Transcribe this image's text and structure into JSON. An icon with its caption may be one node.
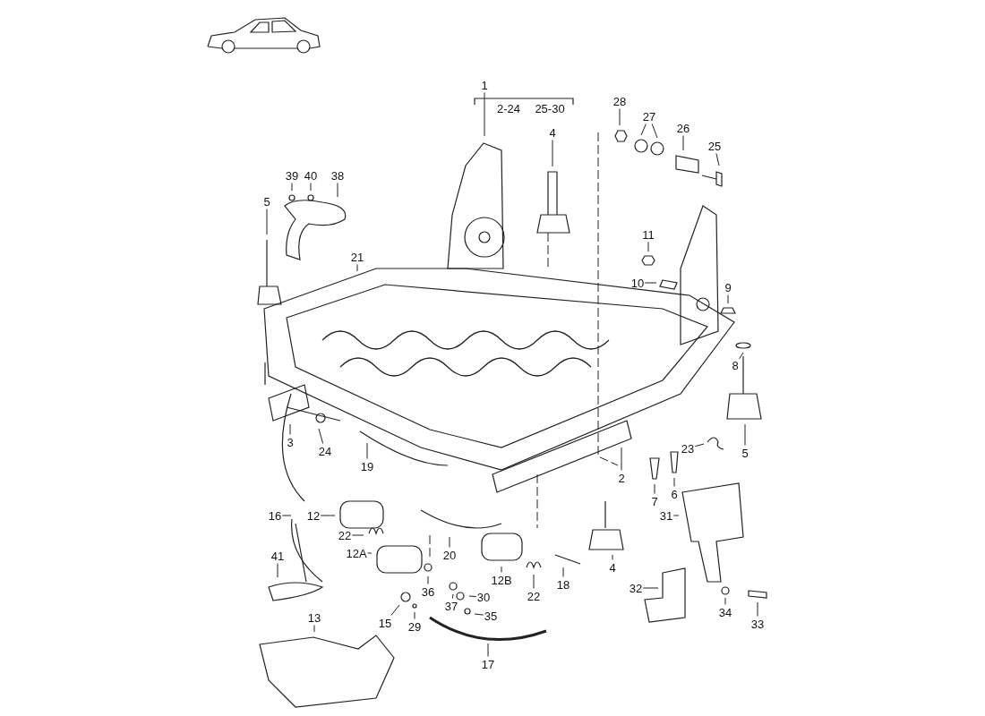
{
  "diagram": {
    "nodes": [
      {
        "text": [
          "1"
        ]
      },
      {
        "text": [
          "4"
        ]
      },
      {
        "text": [
          "28"
        ]
      },
      {
        "text": [
          "27"
        ]
      },
      {
        "text": [
          "26"
        ]
      },
      {
        "text": [
          "25"
        ]
      },
      {
        "text": [
          "39"
        ]
      },
      {
        "text": [
          "40"
        ]
      },
      {
        "text": [
          "38"
        ]
      },
      {
        "text": [
          "5"
        ]
      },
      {
        "text": [
          "21"
        ]
      },
      {
        "text": [
          "11"
        ]
      },
      {
        "text": [
          "10"
        ]
      },
      {
        "text": [
          "9"
        ]
      },
      {
        "text": [
          "8"
        ]
      },
      {
        "text": [
          "3"
        ]
      },
      {
        "text": [
          "24"
        ]
      },
      {
        "text": [
          "19"
        ]
      },
      {
        "text": [
          "23"
        ]
      },
      {
        "text": [
          "5"
        ]
      },
      {
        "text": [
          "2"
        ]
      },
      {
        "text": [
          "6"
        ]
      },
      {
        "text": [
          "7"
        ]
      },
      {
        "text": [
          "16"
        ]
      },
      {
        "text": [
          "12"
        ]
      },
      {
        "text": [
          "31"
        ]
      },
      {
        "text": [
          "22"
        ]
      },
      {
        "text": [
          "12A"
        ]
      },
      {
        "text": [
          "20"
        ]
      },
      {
        "text": [
          "41"
        ]
      },
      {
        "text": [
          "12B"
        ]
      },
      {
        "text": [
          "18"
        ]
      },
      {
        "text": [
          "4"
        ]
      },
      {
        "text": [
          "36"
        ]
      },
      {
        "text": [
          "30"
        ]
      },
      {
        "text": [
          "37"
        ]
      },
      {
        "text": [
          "22"
        ]
      },
      {
        "text": [
          "15"
        ]
      },
      {
        "text": [
          "29"
        ]
      },
      {
        "text": [
          "35"
        ]
      },
      {
        "text": [
          "32"
        ]
      },
      {
        "text": [
          "34"
        ]
      },
      {
        "text": [
          "33"
        ]
      },
      {
        "text": [
          "13"
        ]
      },
      {
        "text": [
          "17"
        ]
      }
    ],
    "edges": [
      {
        "from": 0,
        "to": null,
        "arrow": "none"
      },
      {
        "from": 1,
        "to": null,
        "arrow": "none"
      },
      {
        "from": 2,
        "to": null,
        "arrow": "none"
      },
      {
        "from": 3,
        "to": null,
        "arrow": "none"
      },
      {
        "from": 3,
        "to": null,
        "arrow": "none"
      },
      {
        "from": 4,
        "to": null,
        "arrow": "none"
      },
      {
        "from": 5,
        "to": null,
        "arrow": "none"
      },
      {
        "from": 6,
        "to": null,
        "arrow": "none"
      },
      {
        "from": 7,
        "to": null,
        "arrow": "none"
      },
      {
        "from": 8,
        "to": null,
        "arrow": "none"
      },
      {
        "from": 9,
        "to": null,
        "arrow": "none"
      },
      {
        "from": 10,
        "to": null,
        "arrow": "none"
      },
      {
        "from": 11,
        "to": null,
        "arrow": "none"
      },
      {
        "from": 12,
        "to": null,
        "arrow": "none"
      },
      {
        "from": 13,
        "to": null,
        "arrow": "none"
      },
      {
        "from": 14,
        "to": null,
        "arrow": "none"
      },
      {
        "from": 15,
        "to": null,
        "arrow": "none"
      },
      {
        "from": 16,
        "to": null,
        "arrow": "none"
      },
      {
        "from": 17,
        "to": null,
        "arrow": "none"
      },
      {
        "from": 18,
        "to": null,
        "arrow": "none"
      },
      {
        "from": 19,
        "to": null,
        "arrow": "none"
      },
      {
        "from": 20,
        "to": null,
        "arrow": "none"
      },
      {
        "from": 21,
        "to": null,
        "arrow": "none"
      },
      {
        "from": 22,
        "to": null,
        "arrow": "none"
      },
      {
        "from": 23,
        "to": null,
        "arrow": "none"
      },
      {
        "from": 24,
        "to": null,
        "arrow": "none"
      },
      {
        "from": 25,
        "to": null,
        "arrow": "none"
      },
      {
        "from": 26,
        "to": null,
        "arrow": "none"
      },
      {
        "from": 27,
        "to": null,
        "arrow": "none"
      },
      {
        "from": 28,
        "to": null,
        "arrow": "none"
      },
      {
        "from": 29,
        "to": null,
        "arrow": "none"
      },
      {
        "from": 30,
        "to": null,
        "arrow": "none"
      },
      {
        "from": 31,
        "to": null,
        "arrow": "none"
      },
      {
        "from": 32,
        "to": null,
        "arrow": "none"
      },
      {
        "from": 33,
        "to": null,
        "arrow": "none"
      },
      {
        "from": 34,
        "to": null,
        "arrow": "none"
      },
      {
        "from": 35,
        "to": null,
        "arrow": "none"
      },
      {
        "from": 36,
        "to": null,
        "arrow": "none"
      },
      {
        "from": 37,
        "to": null,
        "arrow": "none"
      },
      {
        "from": 38,
        "to": null,
        "arrow": "none"
      },
      {
        "from": 39,
        "to": null,
        "arrow": "none"
      },
      {
        "from": 40,
        "to": null,
        "arrow": "none"
      },
      {
        "from": 41,
        "to": null,
        "arrow": "none"
      },
      {
        "from": 42,
        "to": null,
        "arrow": "none"
      },
      {
        "from": 43,
        "to": null,
        "arrow": "none"
      },
      {
        "from": 44,
        "to": null,
        "arrow": "none"
      }
    ],
    "labels": [
      "2-24",
      "25-30"
    ]
  }
}
